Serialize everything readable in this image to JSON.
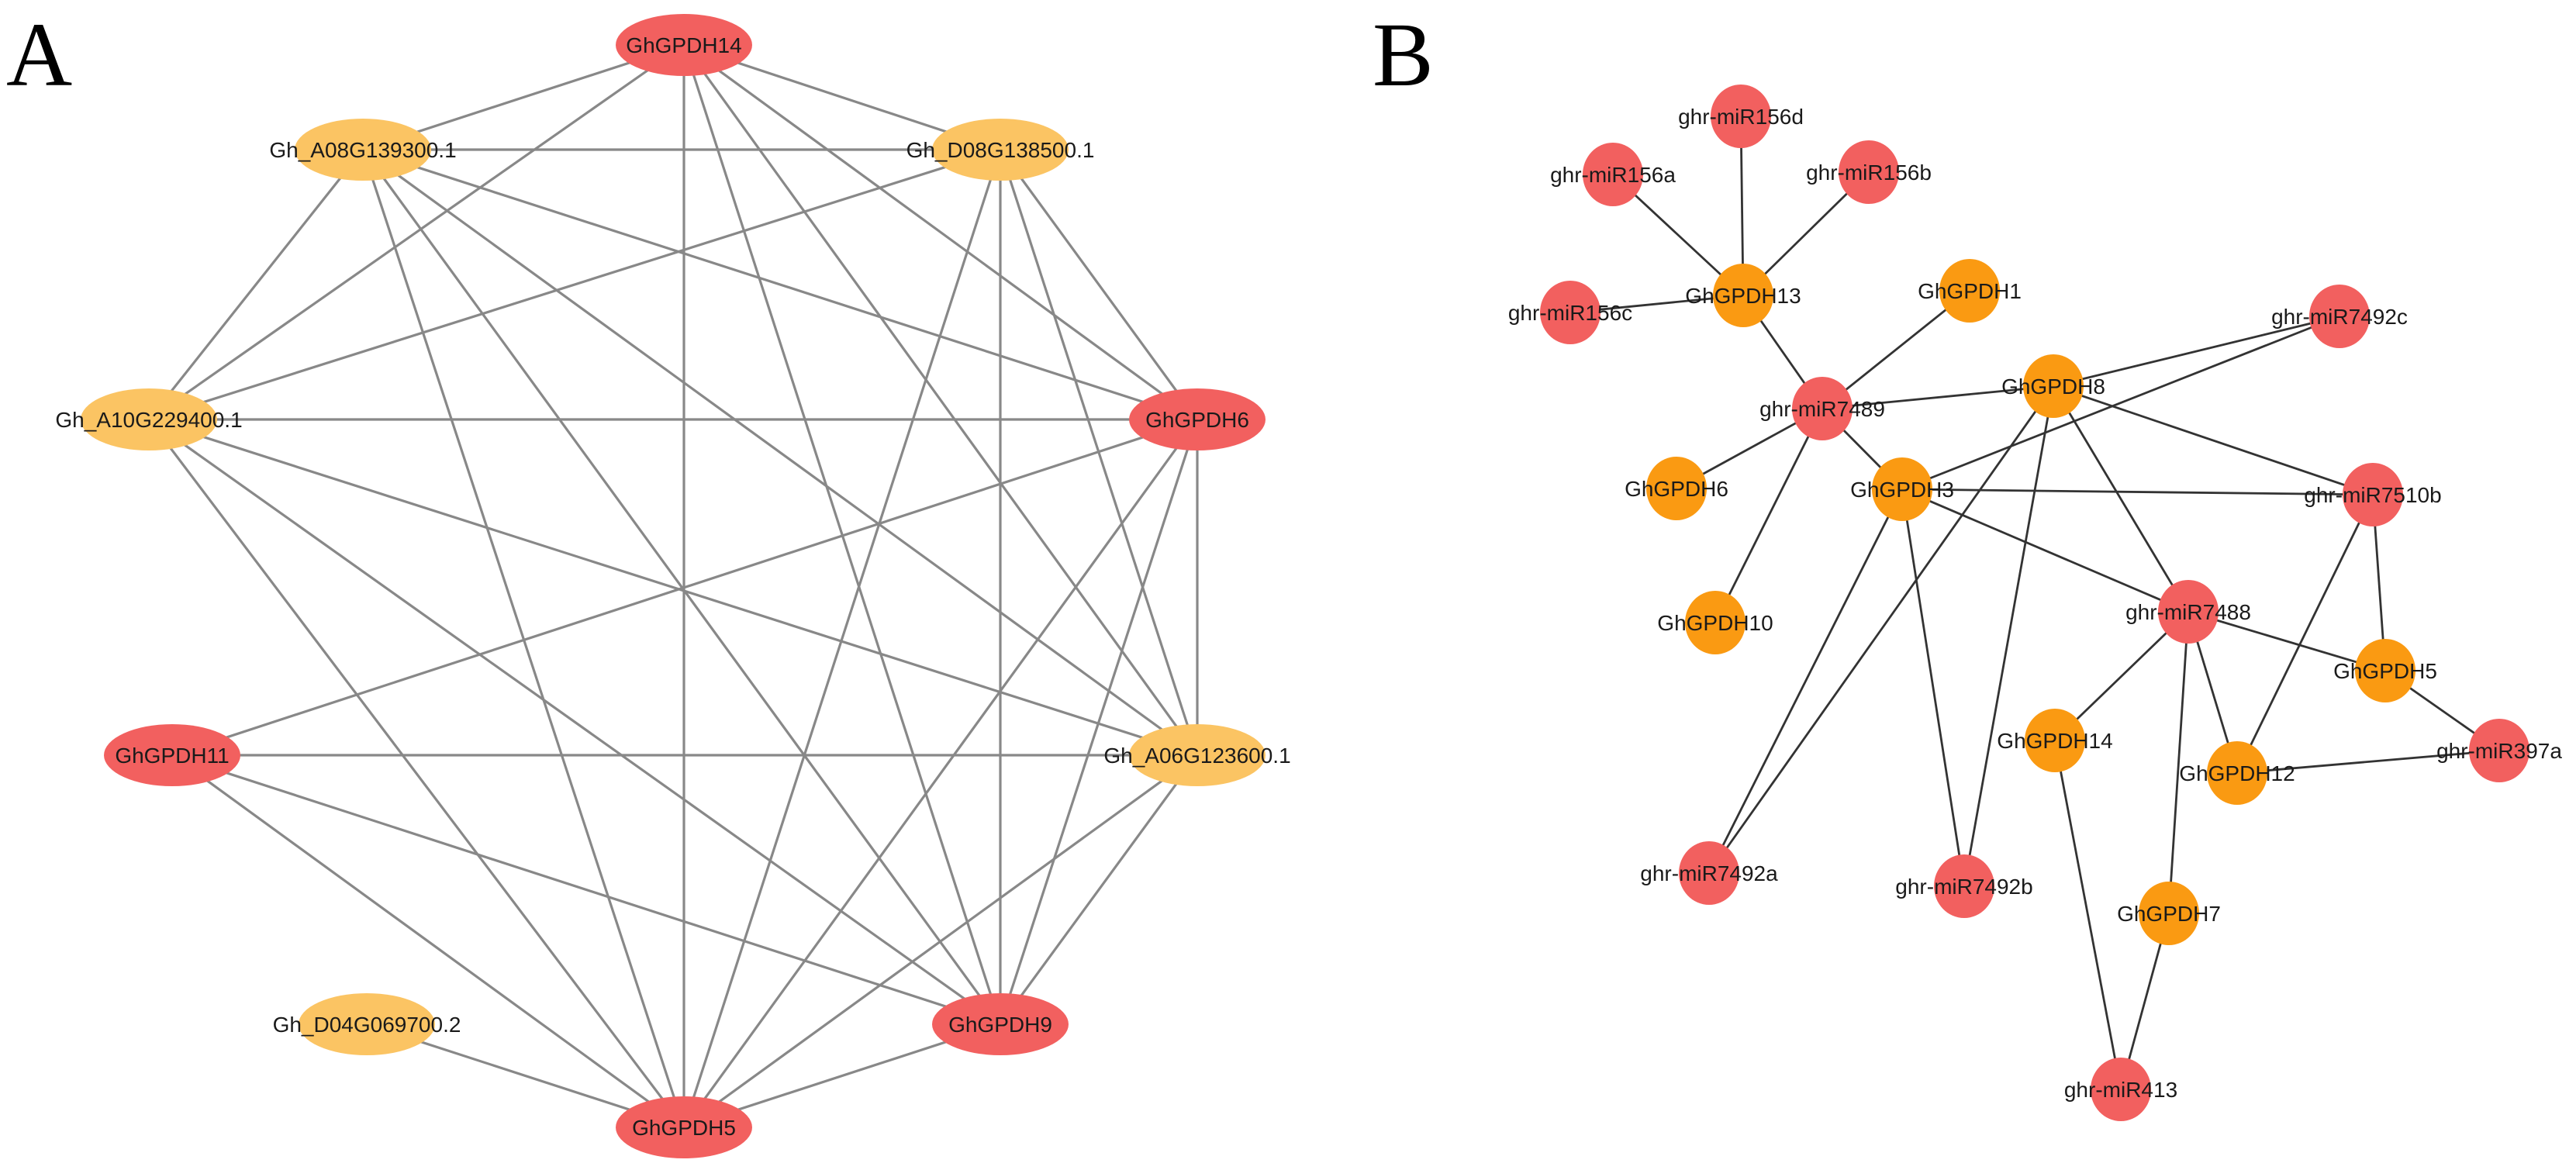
{
  "panels": {
    "A": {
      "letter": "A",
      "colors": {
        "node_red": "#f2605f",
        "node_yellow": "#fbc463",
        "edge": "#888888"
      },
      "nodes": [
        {
          "id": "GhGPDH14",
          "label": "GhGPDH14",
          "color": "red"
        },
        {
          "id": "Gh_A08G139300.1",
          "label": "Gh_A08G139300.1",
          "color": "yellow"
        },
        {
          "id": "Gh_D08G138500.1",
          "label": "Gh_D08G138500.1",
          "color": "yellow"
        },
        {
          "id": "Gh_A10G229400.1",
          "label": "Gh_A10G229400.1",
          "color": "yellow"
        },
        {
          "id": "GhGPDH6",
          "label": "GhGPDH6",
          "color": "red"
        },
        {
          "id": "GhGPDH11",
          "label": "GhGPDH11",
          "color": "red"
        },
        {
          "id": "Gh_A06G123600.1",
          "label": "Gh_A06G123600.1",
          "color": "yellow"
        },
        {
          "id": "Gh_D04G069700.2",
          "label": "Gh_D04G069700.2",
          "color": "yellow"
        },
        {
          "id": "GhGPDH9",
          "label": "GhGPDH9",
          "color": "red"
        },
        {
          "id": "GhGPDH5",
          "label": "GhGPDH5",
          "color": "red"
        }
      ],
      "edges": [
        [
          "GhGPDH14",
          "Gh_A08G139300.1"
        ],
        [
          "GhGPDH14",
          "Gh_D08G138500.1"
        ],
        [
          "GhGPDH14",
          "Gh_A10G229400.1"
        ],
        [
          "GhGPDH14",
          "GhGPDH6"
        ],
        [
          "GhGPDH14",
          "GhGPDH5"
        ],
        [
          "GhGPDH14",
          "GhGPDH9"
        ],
        [
          "GhGPDH14",
          "Gh_A06G123600.1"
        ],
        [
          "Gh_A08G139300.1",
          "Gh_D08G138500.1"
        ],
        [
          "Gh_A08G139300.1",
          "Gh_A10G229400.1"
        ],
        [
          "Gh_A08G139300.1",
          "GhGPDH6"
        ],
        [
          "Gh_A08G139300.1",
          "Gh_A06G123600.1"
        ],
        [
          "Gh_A08G139300.1",
          "GhGPDH9"
        ],
        [
          "Gh_A08G139300.1",
          "GhGPDH5"
        ],
        [
          "Gh_D08G138500.1",
          "Gh_A10G229400.1"
        ],
        [
          "Gh_D08G138500.1",
          "GhGPDH6"
        ],
        [
          "Gh_D08G138500.1",
          "Gh_A06G123600.1"
        ],
        [
          "Gh_D08G138500.1",
          "GhGPDH9"
        ],
        [
          "Gh_D08G138500.1",
          "GhGPDH5"
        ],
        [
          "Gh_A10G229400.1",
          "GhGPDH6"
        ],
        [
          "Gh_A10G229400.1",
          "Gh_A06G123600.1"
        ],
        [
          "Gh_A10G229400.1",
          "GhGPDH9"
        ],
        [
          "Gh_A10G229400.1",
          "GhGPDH5"
        ],
        [
          "GhGPDH6",
          "GhGPDH11"
        ],
        [
          "GhGPDH6",
          "Gh_A06G123600.1"
        ],
        [
          "GhGPDH6",
          "GhGPDH9"
        ],
        [
          "GhGPDH6",
          "GhGPDH5"
        ],
        [
          "GhGPDH11",
          "Gh_A06G123600.1"
        ],
        [
          "GhGPDH11",
          "GhGPDH9"
        ],
        [
          "GhGPDH11",
          "GhGPDH5"
        ],
        [
          "Gh_A06G123600.1",
          "GhGPDH9"
        ],
        [
          "Gh_A06G123600.1",
          "GhGPDH5"
        ],
        [
          "GhGPDH9",
          "GhGPDH5"
        ],
        [
          "Gh_D04G069700.2",
          "GhGPDH5"
        ]
      ]
    },
    "B": {
      "letter": "B",
      "colors": {
        "node_red": "#f2605f",
        "node_orange": "#fa9a12",
        "edge": "#333333"
      },
      "nodes": [
        {
          "id": "ghr-miR156d",
          "label": "ghr-miR156d",
          "color": "red"
        },
        {
          "id": "ghr-miR156a",
          "label": "ghr-miR156a",
          "color": "red"
        },
        {
          "id": "ghr-miR156b",
          "label": "ghr-miR156b",
          "color": "red"
        },
        {
          "id": "ghr-miR156c",
          "label": "ghr-miR156c",
          "color": "red"
        },
        {
          "id": "GhGPDH13",
          "label": "GhGPDH13",
          "color": "orange"
        },
        {
          "id": "GhGPDH1",
          "label": "GhGPDH1",
          "color": "orange"
        },
        {
          "id": "ghr-miR7492c",
          "label": "ghr-miR7492c",
          "color": "red"
        },
        {
          "id": "GhGPDH8",
          "label": "GhGPDH8",
          "color": "orange"
        },
        {
          "id": "ghr-miR7489",
          "label": "ghr-miR7489",
          "color": "red"
        },
        {
          "id": "GhGPDH6",
          "label": "GhGPDH6",
          "color": "orange"
        },
        {
          "id": "GhGPDH3",
          "label": "GhGPDH3",
          "color": "orange"
        },
        {
          "id": "ghr-miR7510b",
          "label": "ghr-miR7510b",
          "color": "red"
        },
        {
          "id": "GhGPDH10",
          "label": "GhGPDH10",
          "color": "orange"
        },
        {
          "id": "ghr-miR7488",
          "label": "ghr-miR7488",
          "color": "red"
        },
        {
          "id": "GhGPDH5",
          "label": "GhGPDH5",
          "color": "orange"
        },
        {
          "id": "GhGPDH14",
          "label": "GhGPDH14",
          "color": "orange"
        },
        {
          "id": "GhGPDH12",
          "label": "GhGPDH12",
          "color": "orange"
        },
        {
          "id": "ghr-miR397a",
          "label": "ghr-miR397a",
          "color": "red"
        },
        {
          "id": "ghr-miR7492a",
          "label": "ghr-miR7492a",
          "color": "red"
        },
        {
          "id": "ghr-miR7492b",
          "label": "ghr-miR7492b",
          "color": "red"
        },
        {
          "id": "GhGPDH7",
          "label": "GhGPDH7",
          "color": "orange"
        },
        {
          "id": "ghr-miR413",
          "label": "ghr-miR413",
          "color": "red"
        }
      ],
      "edges": [
        [
          "ghr-miR156d",
          "GhGPDH13"
        ],
        [
          "ghr-miR156a",
          "GhGPDH13"
        ],
        [
          "ghr-miR156b",
          "GhGPDH13"
        ],
        [
          "ghr-miR156c",
          "GhGPDH13"
        ],
        [
          "GhGPDH13",
          "ghr-miR7489"
        ],
        [
          "ghr-miR7489",
          "GhGPDH1"
        ],
        [
          "ghr-miR7489",
          "GhGPDH8"
        ],
        [
          "ghr-miR7489",
          "GhGPDH6"
        ],
        [
          "ghr-miR7489",
          "GhGPDH3"
        ],
        [
          "ghr-miR7489",
          "GhGPDH10"
        ],
        [
          "GhGPDH8",
          "ghr-miR7492c"
        ],
        [
          "GhGPDH3",
          "ghr-miR7492c"
        ],
        [
          "GhGPDH8",
          "ghr-miR7510b"
        ],
        [
          "GhGPDH8",
          "ghr-miR7488"
        ],
        [
          "GhGPDH8",
          "ghr-miR7492a"
        ],
        [
          "GhGPDH8",
          "ghr-miR7492b"
        ],
        [
          "GhGPDH3",
          "ghr-miR7510b"
        ],
        [
          "GhGPDH3",
          "ghr-miR7488"
        ],
        [
          "GhGPDH3",
          "ghr-miR7492a"
        ],
        [
          "GhGPDH3",
          "ghr-miR7492b"
        ],
        [
          "ghr-miR7510b",
          "GhGPDH5"
        ],
        [
          "ghr-miR7510b",
          "GhGPDH12"
        ],
        [
          "ghr-miR7488",
          "GhGPDH5"
        ],
        [
          "ghr-miR7488",
          "GhGPDH14"
        ],
        [
          "ghr-miR7488",
          "GhGPDH12"
        ],
        [
          "ghr-miR7488",
          "GhGPDH7"
        ],
        [
          "GhGPDH5",
          "ghr-miR397a"
        ],
        [
          "GhGPDH12",
          "ghr-miR397a"
        ],
        [
          "GhGPDH14",
          "ghr-miR413"
        ],
        [
          "GhGPDH7",
          "ghr-miR413"
        ]
      ]
    }
  }
}
